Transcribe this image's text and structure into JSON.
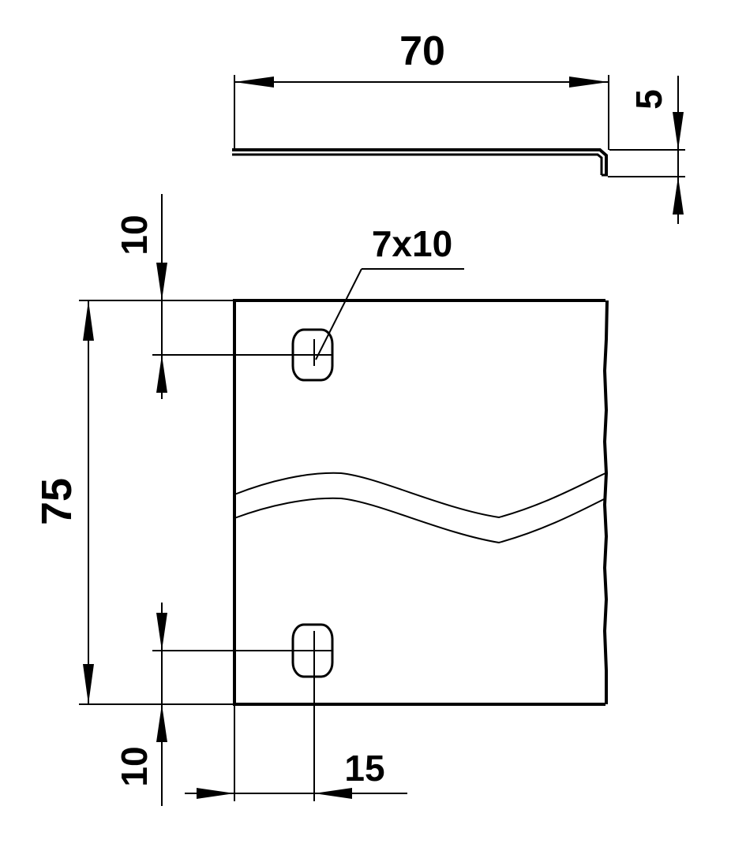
{
  "dimensions": {
    "plate_length": "70",
    "bend_height": "5",
    "top_hole_offset": "10",
    "hole_size": "7x10",
    "plate_height": "75",
    "bottom_hole_offset": "10",
    "hole_edge_offset": "15"
  }
}
